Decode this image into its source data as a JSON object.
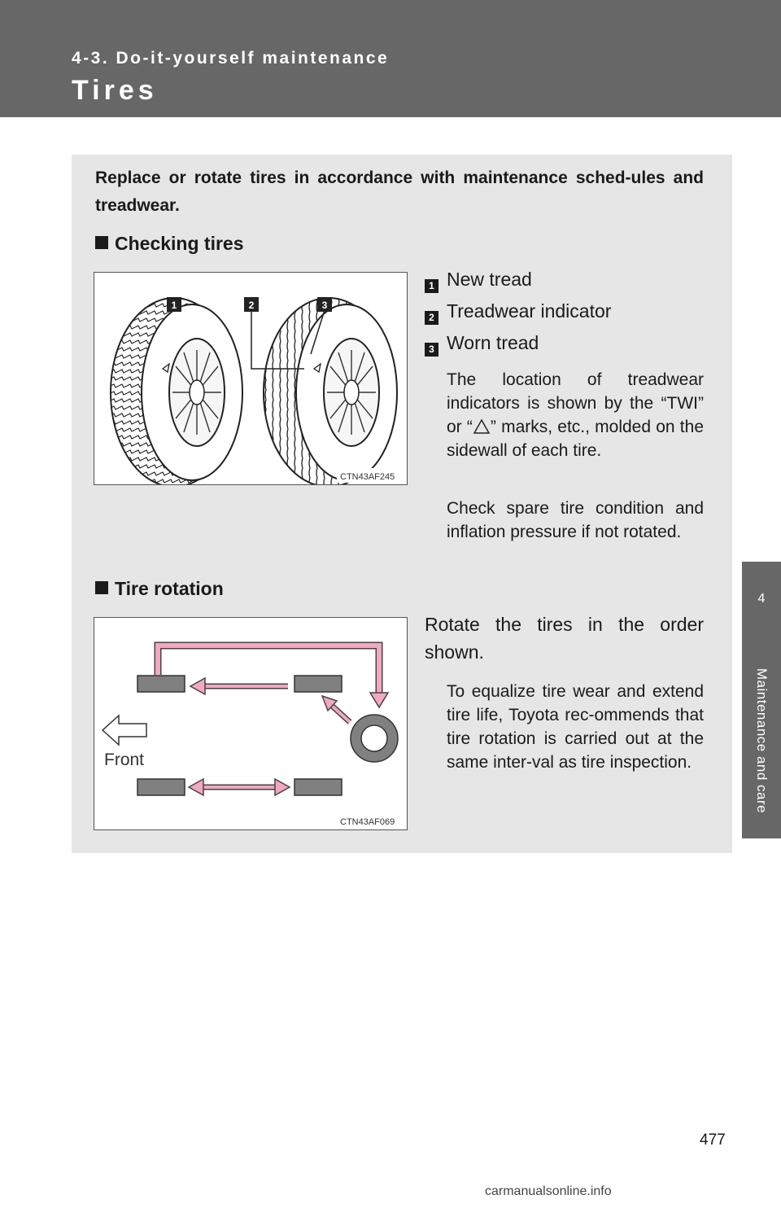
{
  "header": {
    "section": "4-3. Do-it-yourself maintenance",
    "title": "Tires"
  },
  "side_tab": {
    "number": "4",
    "label": "Maintenance and care"
  },
  "intro": "Replace or rotate tires in accordance with maintenance sched-ules and treadwear.",
  "checking": {
    "heading": "Checking tires",
    "figure_code": "CTN43AF245",
    "callouts": [
      "1",
      "2",
      "3"
    ],
    "legend": [
      {
        "num": "1",
        "label": "New tread"
      },
      {
        "num": "2",
        "label": "Treadwear indicator"
      },
      {
        "num": "3",
        "label": "Worn tread"
      }
    ],
    "note_pre": "The location of treadwear indicators is shown by the “TWI” or “",
    "note_post": "” marks, etc., molded on the sidewall of each tire.",
    "spare_note": "Check spare tire condition and inflation pressure if not rotated."
  },
  "rotation": {
    "heading": "Tire rotation",
    "figure_code": "CTN43AF069",
    "front_label": "Front",
    "instruction": "Rotate the tires in the order shown.",
    "note": "To equalize tire wear and extend tire life, Toyota rec-ommends that tire rotation is carried out at the same inter-val as tire inspection."
  },
  "page_number": "477",
  "watermark": "carmanualsonline.info",
  "colors": {
    "header_bg": "#676767",
    "box_bg": "#e6e6e6",
    "arrow_pink": "#f2a8c0",
    "tire_gray": "#808080"
  }
}
